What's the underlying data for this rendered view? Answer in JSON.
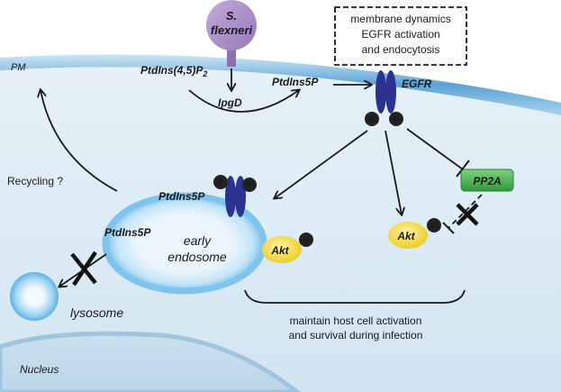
{
  "labels": {
    "pathogen_line1": "S.",
    "pathogen_line2": "flexneri",
    "pm": "PM",
    "pip2": "PtdIns(4,5)P",
    "pip2_sub": "2",
    "ipgd": "IpgD",
    "pip5_top": "PtdIns5P",
    "egfr": "EGFR",
    "box_line1": "membrane dynamics",
    "box_line2": "EGFR activation",
    "box_line3": "and endocytosis",
    "recycling": "Recycling ?",
    "pip5_endo_top": "PtdIns5P",
    "pip5_endo_left": "PtdIns5P",
    "early": "early",
    "endosome": "endosome",
    "akt_endo": "Akt",
    "akt_right": "Akt",
    "pp2a": "PP2A",
    "lysosome": "lysosome",
    "maintain_line1": "maintain host cell activation",
    "maintain_line2": "and survival during infection",
    "nucleus": "Nucleus",
    "phospho": "P"
  },
  "colors": {
    "cytoplasm": "#dcebf5",
    "membrane": "#5ba4d6",
    "endosome_ring": "#7ec4ec",
    "receptor": "#2b3290",
    "pathogen": "#a98cc4",
    "akt": "#f3d43a",
    "pp2a": "#3fa84a",
    "phospho": "#222222"
  }
}
